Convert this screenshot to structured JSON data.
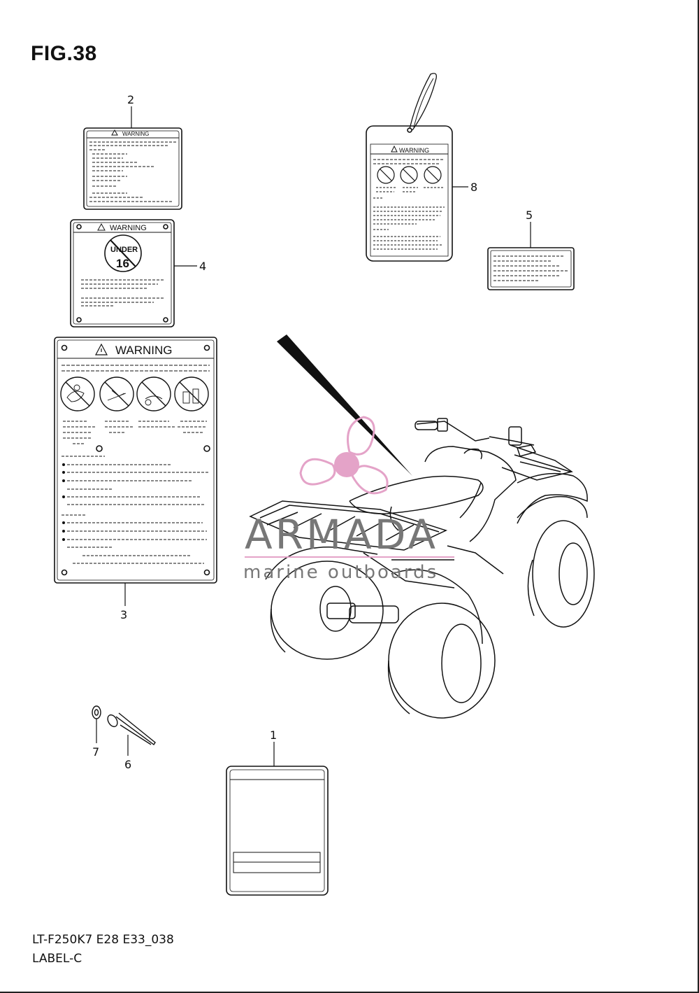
{
  "figure": {
    "title": "FIG.38"
  },
  "labels": {
    "warning_small": "WARNING",
    "warning_large": "WARNING",
    "age_badge_text": "UNDER",
    "age_badge_number": "16"
  },
  "callouts": {
    "part_1": "1",
    "part_2": "2",
    "part_3": "3",
    "part_4": "4",
    "part_5": "5",
    "part_6": "6",
    "part_7": "7",
    "part_8": "8"
  },
  "watermark": {
    "brand": "ARMADA",
    "tagline": "marine outboards",
    "color": "#e4a3c8"
  },
  "footer": {
    "model_code": "LT-F250K7 E28 E33_038",
    "group": "LABEL-C"
  }
}
